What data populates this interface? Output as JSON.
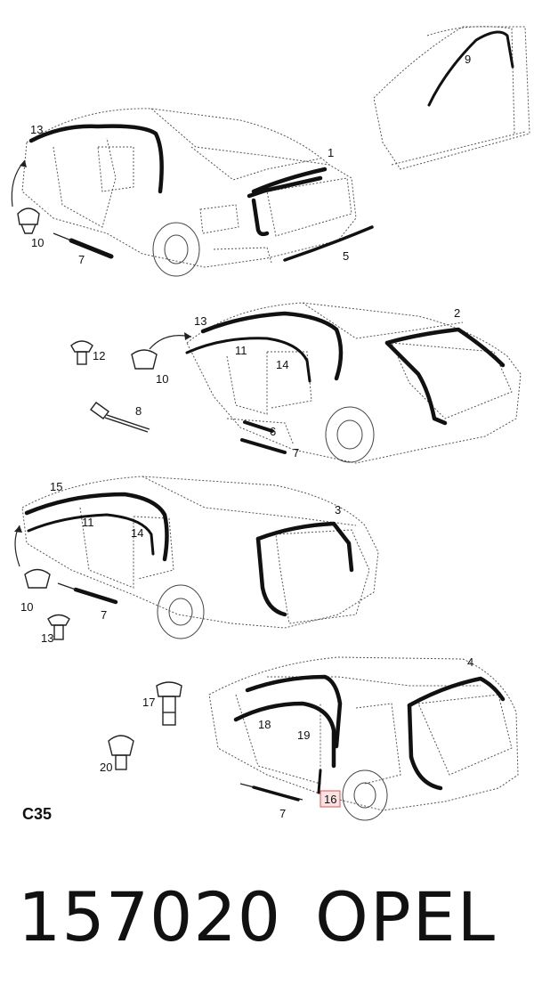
{
  "callouts": {
    "c1": "1",
    "c2": "2",
    "c3": "3",
    "c4": "4",
    "c5": "5",
    "c6": "6",
    "c7a": "7",
    "c7b": "7",
    "c7c": "7",
    "c7d": "7",
    "c8": "8",
    "c9": "9",
    "c10a": "10",
    "c10b": "10",
    "c10c": "10",
    "c11a": "11",
    "c11b": "11",
    "c12": "12",
    "c13a": "13",
    "c13b": "13",
    "c13c": "13",
    "c14a": "14",
    "c14b": "14",
    "c15": "15",
    "c16": "16",
    "c17": "17",
    "c18": "18",
    "c19": "19",
    "c20": "20"
  },
  "section_code": "C35",
  "footer": {
    "part_number": "157020",
    "brand": "OPEL"
  },
  "colors": {
    "seal": "#111111",
    "outline": "#555555",
    "highlight_box": "#e05050"
  }
}
